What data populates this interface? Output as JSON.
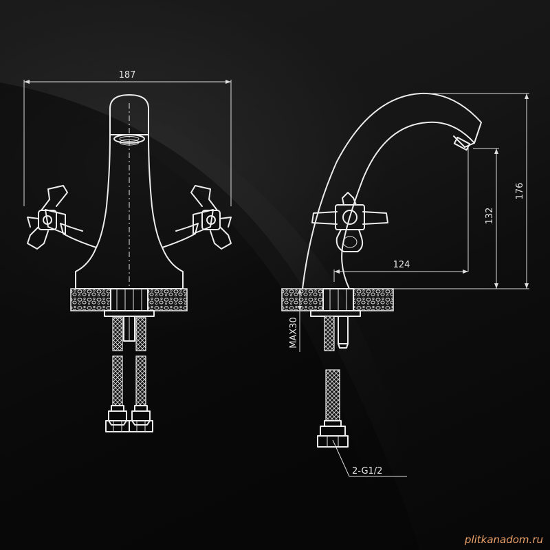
{
  "drawing": {
    "front_view": {
      "width_dimension": "187"
    },
    "side_view": {
      "spout_height_dimension": "132",
      "total_height_dimension": "176",
      "spout_reach_dimension": "124",
      "max_deck_thickness": "MAX30",
      "connection_label": "2-G1/2"
    }
  },
  "watermark": "plitkanadom.ru",
  "colors": {
    "background": "#0b0b0b",
    "line": "#ececec",
    "watermark": "#e8a06a"
  }
}
